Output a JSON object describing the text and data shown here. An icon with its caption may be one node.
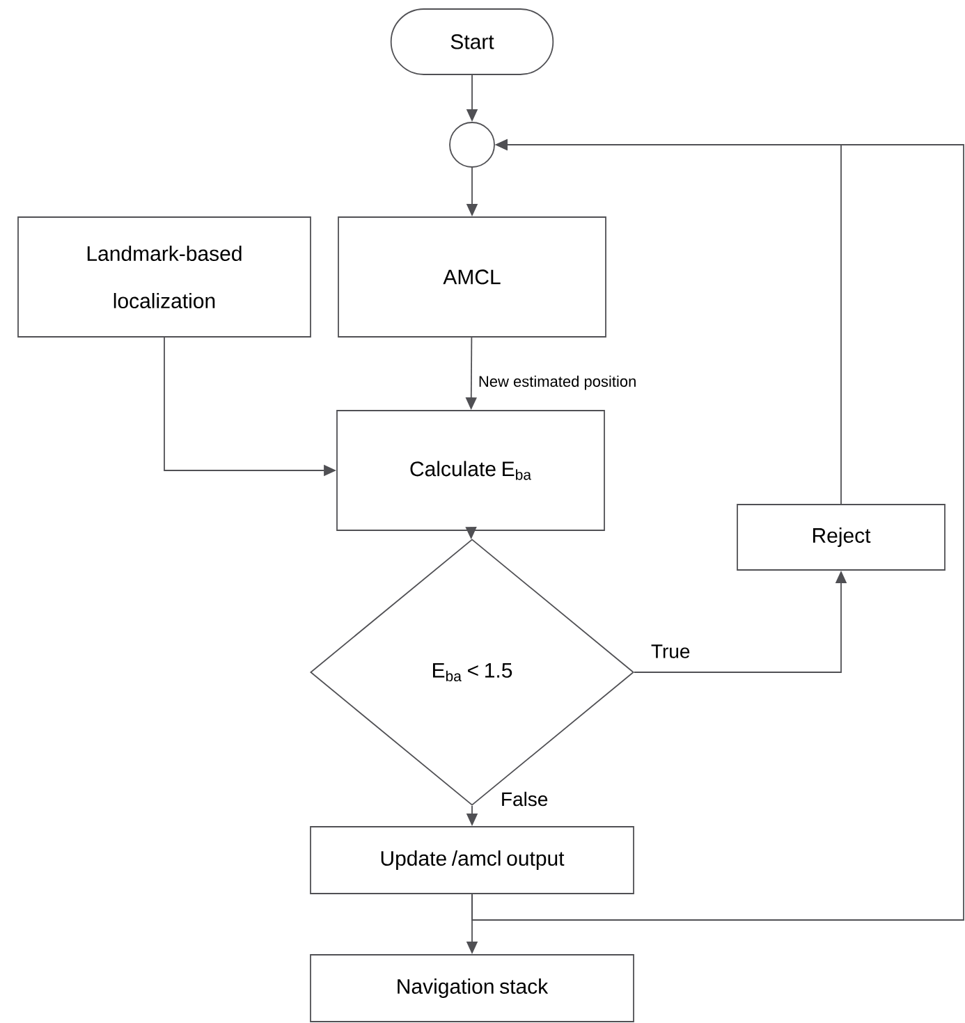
{
  "diagram": {
    "nodes": [
      {
        "text": [
          "Start"
        ]
      },
      {
        "text": [],
        "shape": "circle"
      },
      {
        "text": [
          "Landmark-based localization"
        ]
      },
      {
        "text": [
          "AMCL"
        ]
      },
      {
        "text": [
          "Calculate E$_{ba}$"
        ]
      },
      {
        "text": [
          "E$_{ba}$ < 1.5"
        ]
      },
      {
        "text": [
          "Reject"
        ]
      },
      {
        "text": [
          "Update /amcl output"
        ]
      },
      {
        "text": [
          "Navigation stack"
        ]
      }
    ],
    "edges": [
      {
        "from": 0,
        "to": 1,
        "arrow": "to"
      },
      {
        "from": 1,
        "to": 3,
        "arrow": "to"
      },
      {
        "from": 3,
        "to": 4,
        "arrow": "to",
        "label": "New estimated position"
      },
      {
        "from": 2,
        "to": 4,
        "arrow": "to"
      },
      {
        "from": 4,
        "to": 5,
        "arrow": "to"
      },
      {
        "from": 5,
        "to": 6,
        "arrow": "to",
        "label": "True"
      },
      {
        "from": 6,
        "to": 1,
        "arrow": "to"
      },
      {
        "from": 5,
        "to": 7,
        "arrow": "to",
        "label": "False"
      },
      {
        "from": 7,
        "to": 8,
        "arrow": "to"
      },
      {
        "from": 7,
        "to": 1,
        "arrow": "to"
      }
    ]
  }
}
